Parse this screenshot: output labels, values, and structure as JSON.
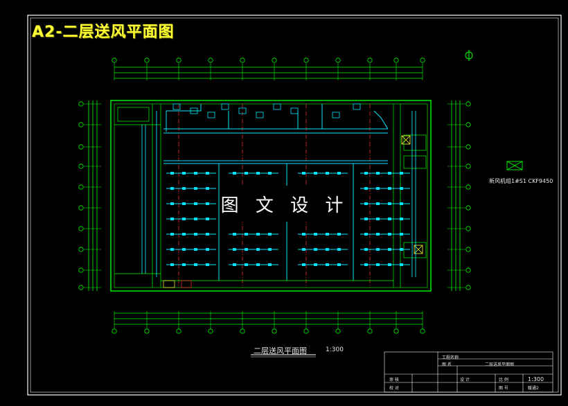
{
  "banner": {
    "title": "A2-二层送风平面图"
  },
  "watermark": {
    "text": "图 文 设 计"
  },
  "equipment": {
    "label": "新风机组1#S1  CKF9450"
  },
  "drawing": {
    "title": "二层送风平面图",
    "scale": "1:300"
  },
  "title_block": {
    "project_label": "工程名称",
    "drawing_label": "图 名",
    "drawing_name": "二层送风平面图",
    "review_label": "审 核",
    "design_label": "设 计",
    "scale_label": "比 例",
    "scale_value": "1:300",
    "check_label": "校 对",
    "number_label": "图 号",
    "number_value": "暖通2"
  },
  "colors": {
    "frame": "#ffffff",
    "duct": "#00e5ff",
    "wall": "#00ff00",
    "axis_red": "#ff3030",
    "text_yellow": "#ffff33",
    "dim_magenta": "#ff40ff"
  }
}
